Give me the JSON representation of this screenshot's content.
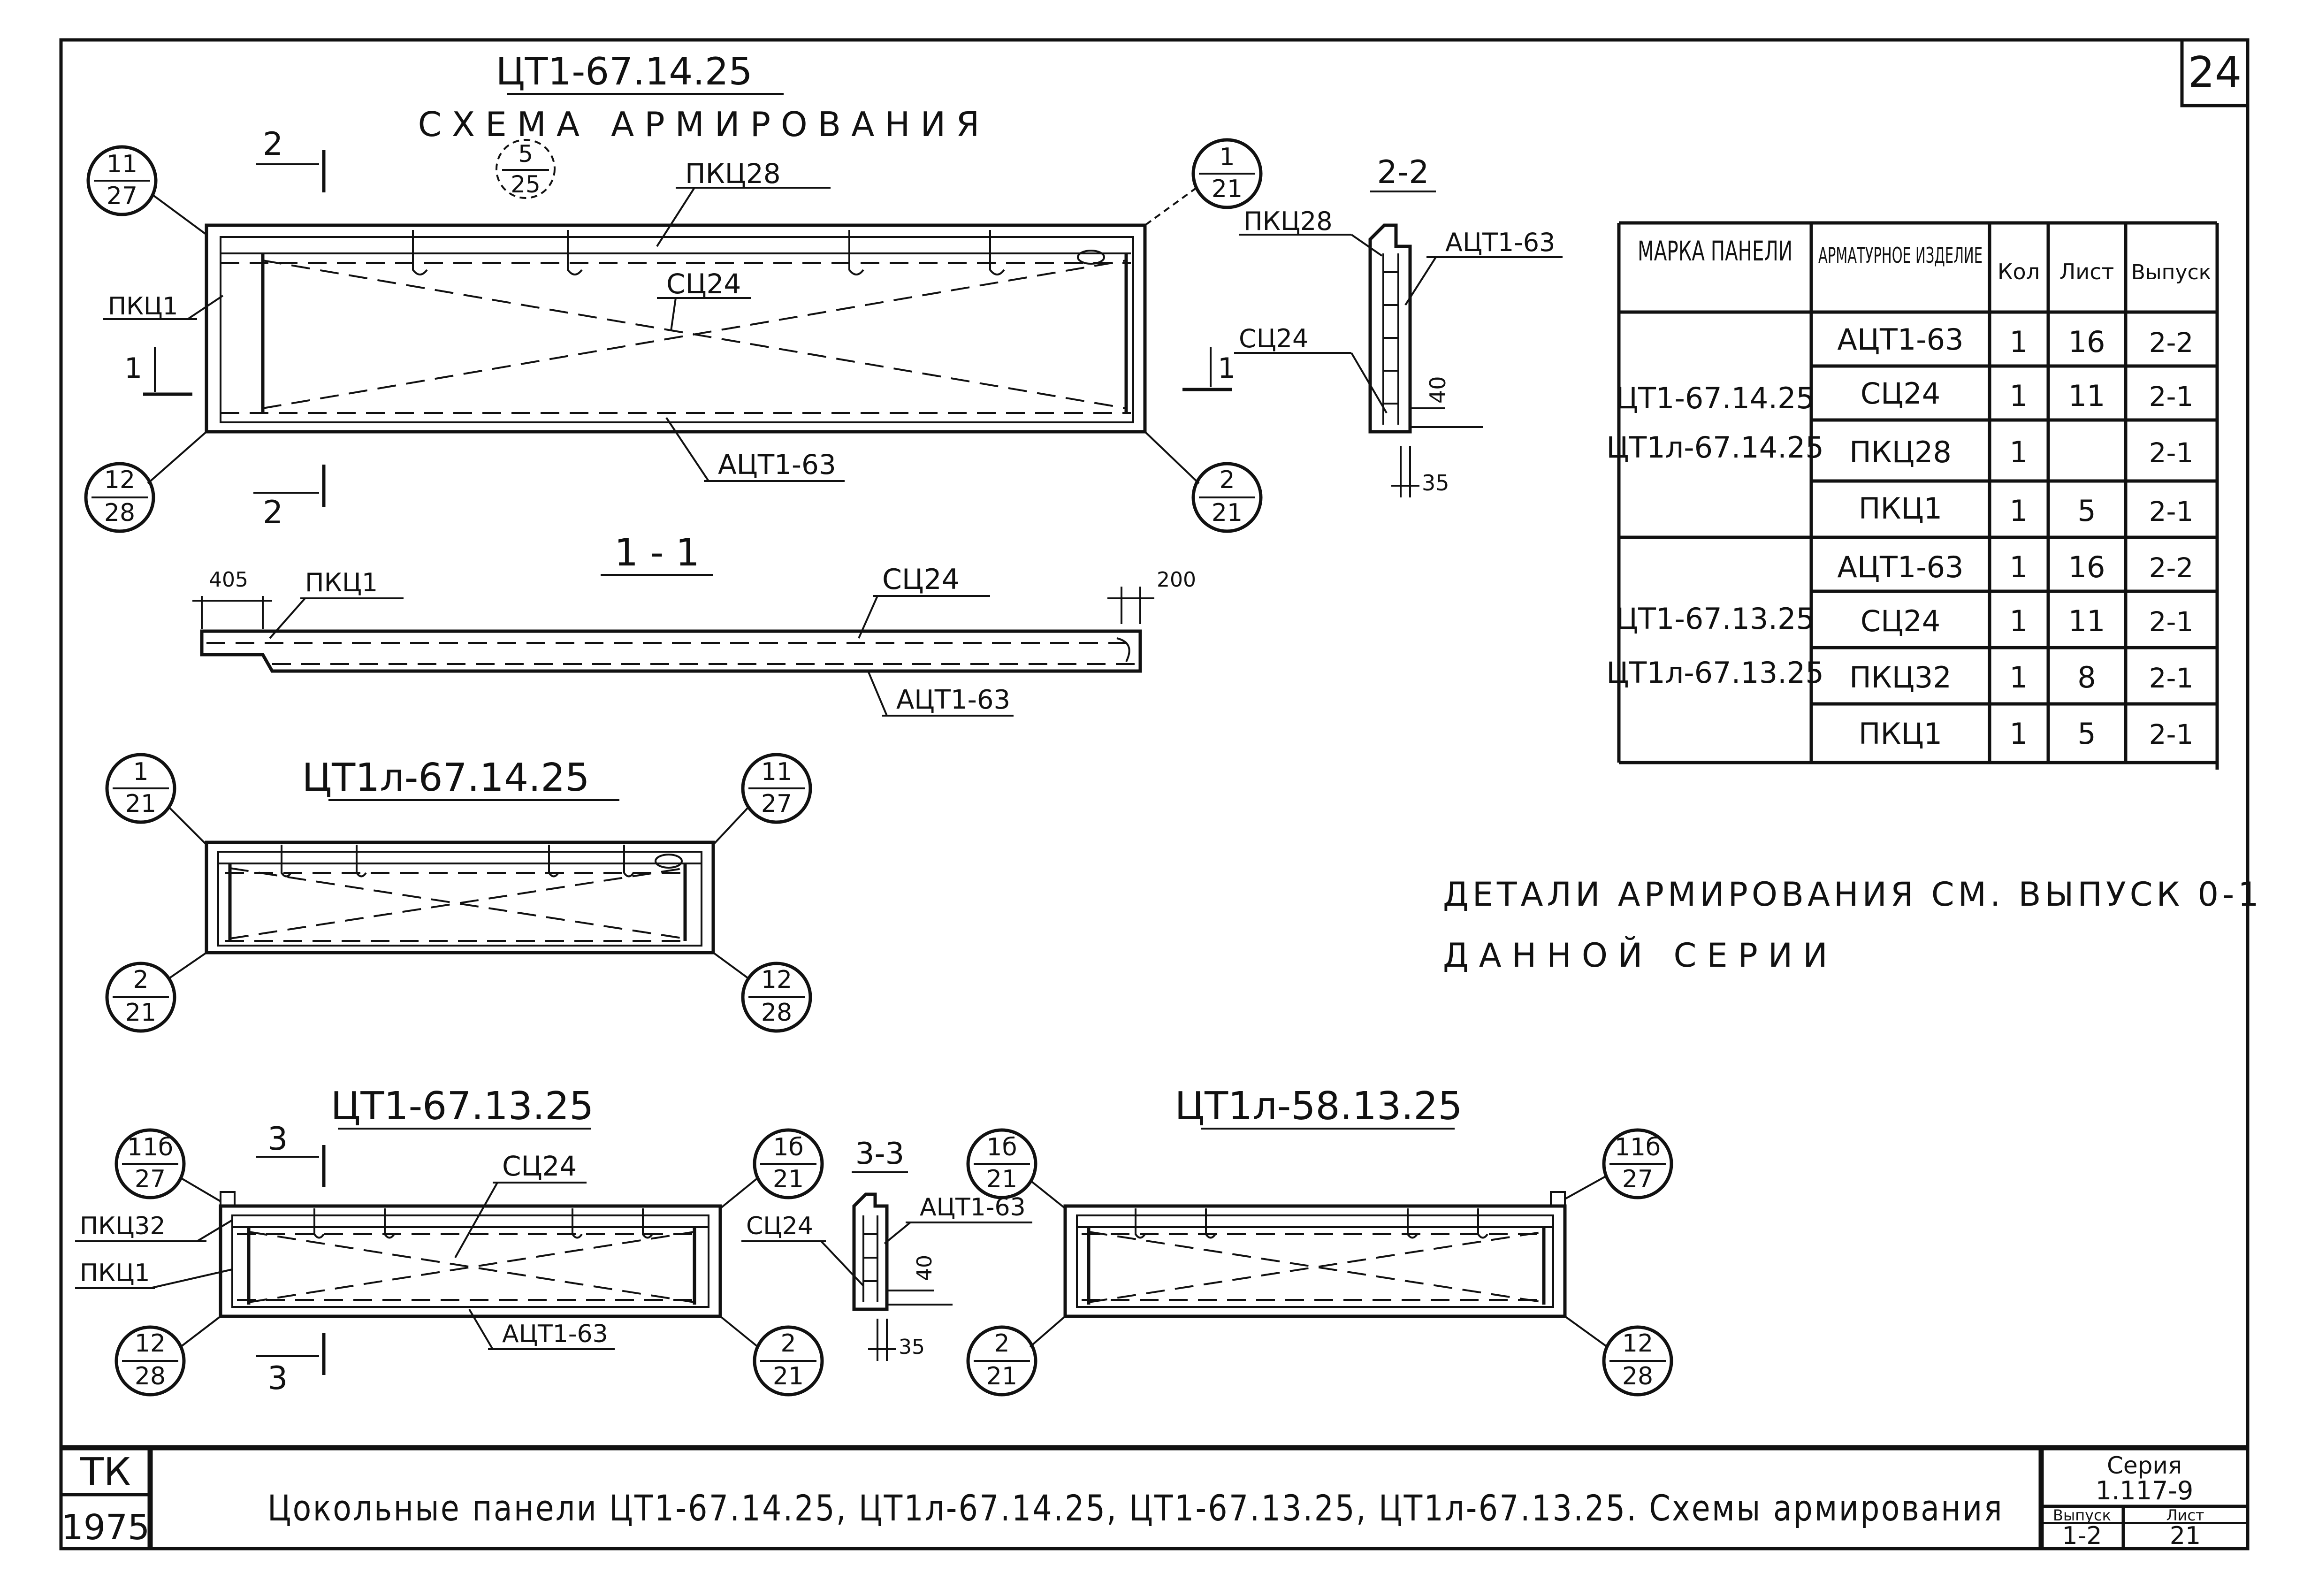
{
  "sheet_number": "24",
  "main_view": {
    "mark": "ЦТ1-67.14.25",
    "title": "СХЕМА АРМИРОВАНИЯ",
    "callouts": {
      "top_left": {
        "num": "11",
        "den": "27"
      },
      "bottom_left": {
        "num": "12",
        "den": "28"
      },
      "top_right": {
        "num": "1",
        "den": "21"
      },
      "bottom_right": {
        "num": "2",
        "den": "21"
      },
      "center_top": {
        "num": "5",
        "den": "25"
      }
    },
    "labels": {
      "pkc28": "ПКЦ28",
      "sc24": "СЦ24",
      "pkc1": "ПКЦ1",
      "acz": "АЦТ1-63"
    },
    "section_mark_2": "2",
    "section_mark_1": "1"
  },
  "section_22": {
    "title": "2-2",
    "pkc28": "ПКЦ28",
    "acz": "АЦТ1-63",
    "sc24": "СЦ24",
    "dim_40": "40",
    "dim_35": "35"
  },
  "section_11": {
    "title": "1 - 1",
    "dim_405": "405",
    "pkc1": "ПКЦ1",
    "sc24": "СЦ24",
    "dim_200": "200",
    "acz": "АЦТ1-63"
  },
  "view_14l": {
    "mark": "ЦТ1л-67.14.25",
    "callouts": {
      "top_left": {
        "num": "1",
        "den": "21"
      },
      "top_right": {
        "num": "11",
        "den": "27"
      },
      "bottom_left": {
        "num": "2",
        "den": "21"
      },
      "bottom_right": {
        "num": "12",
        "den": "28"
      }
    }
  },
  "view_13": {
    "mark": "ЦТ1-67.13.25",
    "callouts": {
      "top_left": {
        "num": "11б",
        "den": "27"
      },
      "top_right": {
        "num": "1б",
        "den": "21"
      },
      "bottom_left": {
        "num": "12",
        "den": "28"
      },
      "bottom_right": {
        "num": "2",
        "den": "21"
      }
    },
    "labels": {
      "sc24": "СЦ24",
      "pkc32": "ПКЦ32",
      "pkc1": "ПКЦ1",
      "acz": "АЦТ1-63"
    },
    "section_mark": "3"
  },
  "section_33": {
    "title": "3-3",
    "sc24": "СЦ24",
    "acz": "АЦТ1-63",
    "dim_40": "40",
    "dim_35": "35"
  },
  "view_58": {
    "mark": "ЦТ1л-58.13.25",
    "callouts": {
      "top_left": {
        "num": "1б",
        "den": "21"
      },
      "top_right": {
        "num": "11б",
        "den": "27"
      },
      "bottom_left": {
        "num": "2",
        "den": "21"
      },
      "bottom_right": {
        "num": "12",
        "den": "28"
      }
    }
  },
  "table": {
    "headers": [
      "МАРКА ПАНЕЛИ",
      "АРМАТУРНОЕ ИЗДЕЛИЕ",
      "Кол",
      "Лист",
      "Выпуск"
    ],
    "groups": [
      {
        "panels": [
          "ЦТ1-67.14.25",
          "ЦТ1л-67.14.25"
        ],
        "rows": [
          [
            "АЦТ1-63",
            "1",
            "16",
            "2-2"
          ],
          [
            "СЦ24",
            "1",
            "11",
            "2-1"
          ],
          [
            "ПКЦ28",
            "1",
            "",
            "2-1"
          ],
          [
            "ПКЦ1",
            "1",
            "5",
            "2-1"
          ]
        ]
      },
      {
        "panels": [
          "ЦТ1-67.13.25",
          "ЦТ1л-67.13.25"
        ],
        "rows": [
          [
            "АЦТ1-63",
            "1",
            "16",
            "2-2"
          ],
          [
            "СЦ24",
            "1",
            "11",
            "2-1"
          ],
          [
            "ПКЦ32",
            "1",
            "8",
            "2-1"
          ],
          [
            "ПКЦ1",
            "1",
            "5",
            "2-1"
          ]
        ]
      }
    ]
  },
  "note": {
    "line1": "ДЕТАЛИ АРМИРОВАНИЯ СМ. ВЫПУСК 0-1",
    "line2": "ДАННОЙ СЕРИИ"
  },
  "title_block": {
    "org": "ТК",
    "year": "1975",
    "title": "Цокольные панели ЦТ1-67.14.25, ЦТ1л-67.14.25, ЦТ1-67.13.25, ЦТ1л-67.13.25. Схемы армирования",
    "series_label": "Серия",
    "series_value": "1.117-9",
    "issue_label": "Выпуск",
    "issue_value": "1-2",
    "sheet_label": "Лист",
    "sheet_value": "21"
  }
}
